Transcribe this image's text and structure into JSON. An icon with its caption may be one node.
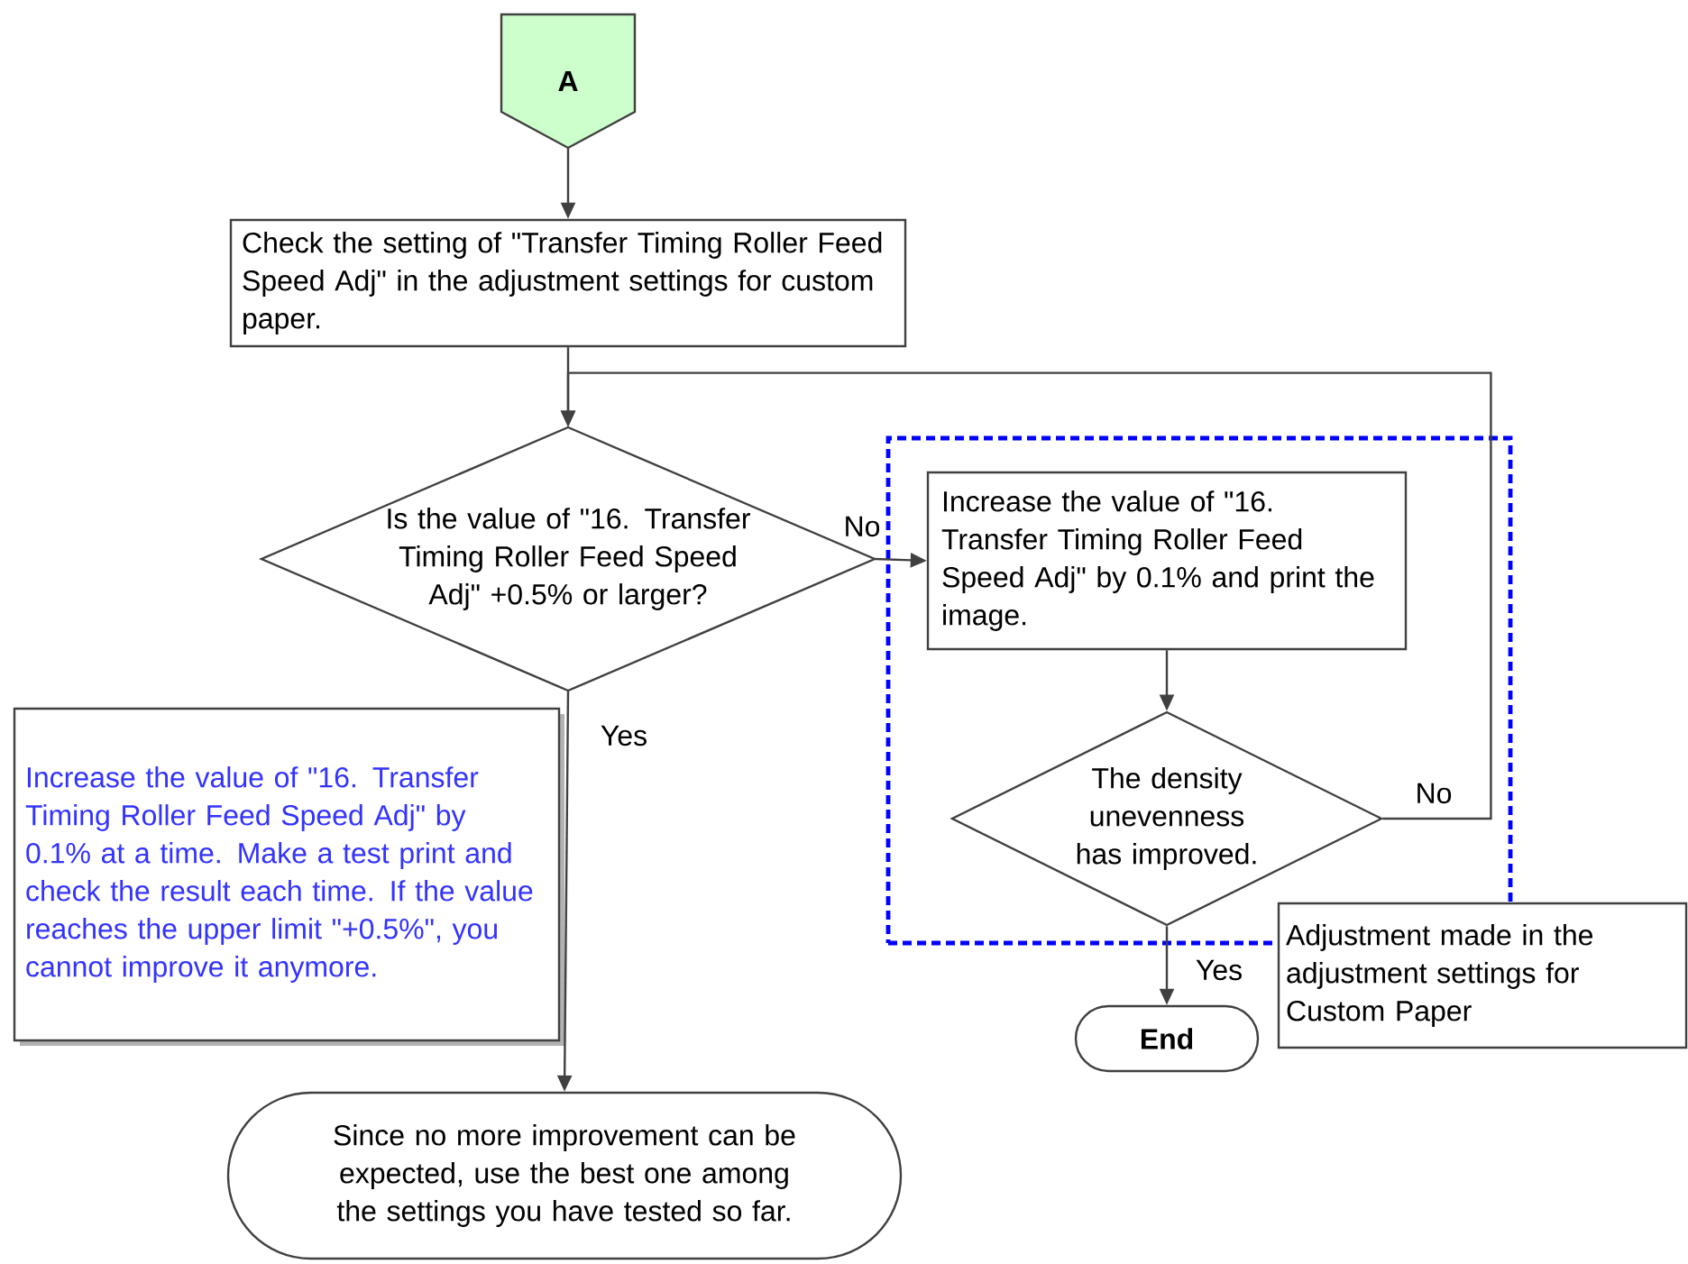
{
  "diagram": {
    "nodes": [
      {
        "text": [
          "A"
        ]
      },
      {
        "text": [
          "Check the setting of \"Transfer Timing Roller Feed Speed Adj\" in the adjustment settings for custom paper."
        ]
      },
      {
        "text": [
          "Is the value of \"16. Transfer Timing Roller Feed Speed Adj\" +0.5% or larger?"
        ]
      },
      {
        "text": [],
        "shape": "box"
      },
      {
        "text": [
          "Increase the value of \"16. Transfer Timing Roller Feed Speed Adj\" by 0.1% and print the image."
        ],
        "in": 3
      },
      {
        "text": [
          "The density unevenness has improved."
        ],
        "in": 3
      },
      {
        "text": [
          "Increase the value of \"16. Transfer Timing Roller Feed Speed Adj\" by 0.1% at a time. Make a test print and check the result each time. If the value reaches the upper limit \"+0.5%\", you cannot improve it anymore."
        ]
      },
      {
        "text": [
          "Adjustment made in the adjustment settings for Custom Paper"
        ]
      },
      {
        "text": [
          "End"
        ]
      },
      {
        "text": [
          "Since no more improvement can be expected, use the best one among the settings you have tested so far."
        ]
      }
    ],
    "edges": [
      {
        "from": 0,
        "to": 1,
        "arrow": "to"
      },
      {
        "from": 1,
        "to": 2,
        "arrow": "to"
      },
      {
        "from": 2,
        "to": 4,
        "arrow": "to",
        "label": "No"
      },
      {
        "from": 5,
        "to": 2,
        "arrow": "to",
        "label": "No"
      },
      {
        "from": 4,
        "to": 5,
        "arrow": "to"
      },
      {
        "from": 5,
        "to": 8,
        "arrow": "to",
        "label": "Yes"
      },
      {
        "from": 2,
        "to": 9,
        "arrow": "to",
        "label": "Yes"
      }
    ]
  }
}
